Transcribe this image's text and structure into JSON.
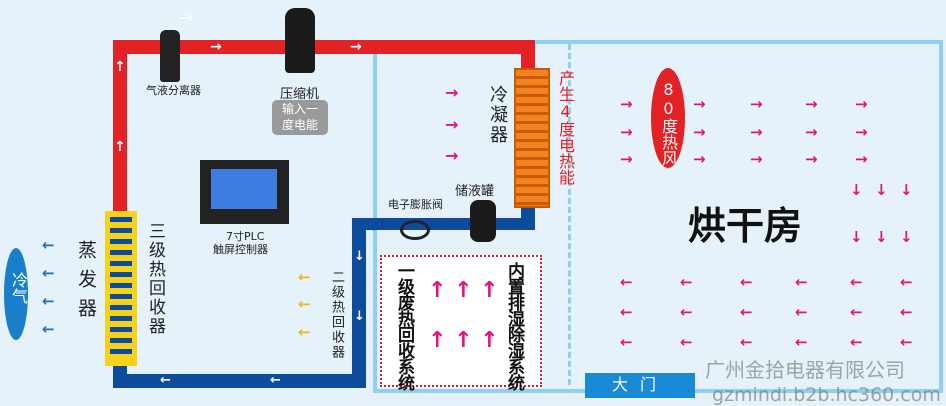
{
  "labels": {
    "separator": "气液分离器",
    "compressor": "压缩机",
    "compressor_input": "输入一度电能",
    "controller_line1": "7寸PLC",
    "controller_line2": "触屏控制器",
    "condenser": "冷凝器",
    "condenser_output": "产生4度电热能",
    "hot_air": "80度热风",
    "drying_room": "烘干房",
    "expansion_valve": "电子膨胀阀",
    "receiver": "储液罐",
    "evaporator": "蒸发器",
    "third_recovery": "三级热回收器",
    "second_recovery": "二级热回收器",
    "first_recovery": "一级废热回收系统",
    "dehumidify": "内置排湿除湿系统",
    "cold_air": "冷气",
    "door": "大门"
  },
  "watermark": {
    "company": "广州金拾电器有限公司",
    "url": "gzmindi.b2b.hc360.com"
  },
  "colors": {
    "hot_pipe": "#e32226",
    "cold_pipe": "#0d4c9c",
    "room": "#8fd0f0",
    "heat_arrow": "#e0137f",
    "cool_arrow": "#1a6fb5",
    "recovery_arrow": "#f0b81a",
    "coil": "#f7d21a"
  }
}
